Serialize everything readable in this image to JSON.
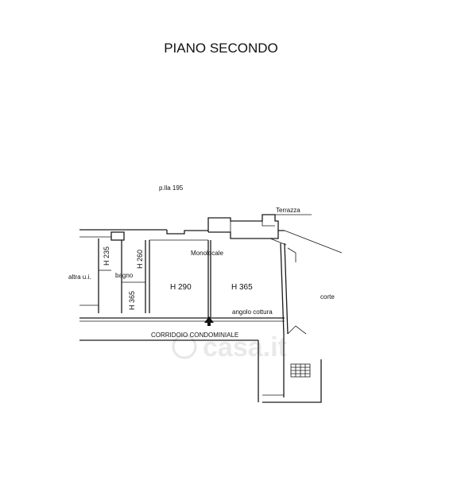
{
  "title": "PIANO SECONDO",
  "parcel": "p.lla 195",
  "labels": {
    "terrazza": "Terrazza",
    "monolocale": "Monolocale",
    "altra_ui": "altra u.i.",
    "bagno": "bagno",
    "h235": "H 235",
    "h260": "H 260",
    "h365_small": "H 365",
    "h290": "H 290",
    "h365_main": "H 365",
    "corte": "corte",
    "angolo_cottura": "angolo cottura",
    "corridoio": "CORRIDOIO CONDOMINIALE"
  },
  "watermark": "casa.it"
}
